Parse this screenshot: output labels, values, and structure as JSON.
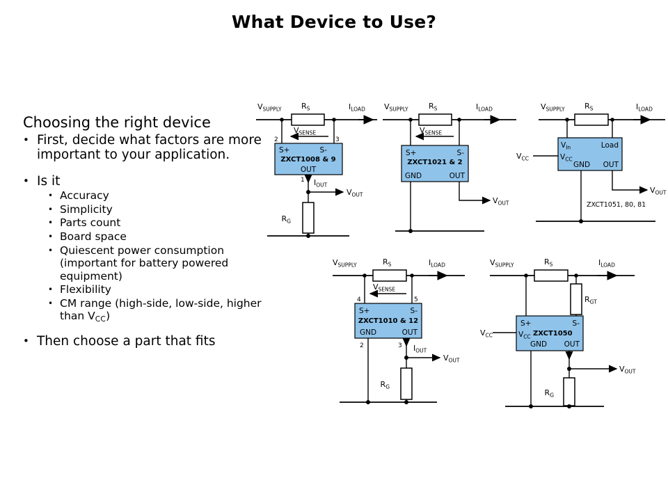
{
  "slide": {
    "title": "What Device to Use?",
    "accent_blue": "#8fc3ea",
    "background": "#ffffff",
    "line_color": "#000000"
  },
  "content": {
    "heading": "Choosing the right device",
    "bullet1": "First, decide what factors are more important to your application.",
    "bullet2": "Is it",
    "sub_bullets": [
      "Accuracy",
      "Simplicity",
      "Parts count",
      "Board space",
      "Quiescent power consumption (important for battery powered equipment)",
      "Flexibility",
      "CM range (high-side, low-side, higher than V",
      "CC",
      ")"
    ],
    "bullet3": "Then choose a part that fits",
    "bullet_glyph": "•"
  },
  "circuits": [
    {
      "id": "zxct1008-9",
      "part_label": "ZXCT1008 & 9",
      "labels": {
        "vsupply": "V",
        "vsupply_sub": "SUPPLY",
        "rs": "R",
        "rs_sub": "S",
        "iload": "I",
        "iload_sub": "LOAD",
        "vsense": "V",
        "vsense_sub": "SENSE",
        "sp": "S+",
        "sm": "S-",
        "out": "OUT",
        "iout": "I",
        "iout_sub": "OUT",
        "vout": "V",
        "vout_sub": "OUT",
        "rg": "R",
        "rg_sub": "G"
      },
      "pin_numbers": {
        "sp": "2",
        "sm": "3",
        "out": "1"
      }
    },
    {
      "id": "zxct1021-2",
      "part_label": "ZXCT1021 & 2",
      "labels": {
        "vsupply": "V",
        "vsupply_sub": "SUPPLY",
        "rs": "R",
        "rs_sub": "S",
        "iload": "I",
        "iload_sub": "LOAD",
        "vsense": "V",
        "vsense_sub": "SENSE",
        "sp": "S+",
        "sm": "S-",
        "gnd": "GND",
        "out": "OUT",
        "vout": "V",
        "vout_sub": "OUT"
      },
      "pin_numbers": {}
    },
    {
      "id": "zxct1051-80-81",
      "part_label": "ZXCT1051, 80, 81",
      "labels": {
        "vsupply": "V",
        "vsupply_sub": "SUPPLY",
        "rs": "R",
        "rs_sub": "S",
        "iload": "I",
        "iload_sub": "LOAD",
        "vin": "V",
        "vin_sub": "In",
        "load": "Load",
        "vcc_pin": "V",
        "vcc_pin_sub": "CC",
        "gnd": "GND",
        "out": "OUT",
        "vcc_ext": "V",
        "vcc_ext_sub": "CC",
        "vout": "V",
        "vout_sub": "OUT"
      },
      "pin_numbers": {}
    },
    {
      "id": "zxct1010-12",
      "part_label": "ZXCT1010 & 12",
      "labels": {
        "vsupply": "V",
        "vsupply_sub": "SUPPLY",
        "rs": "R",
        "rs_sub": "S",
        "iload": "I",
        "iload_sub": "LOAD",
        "vsense": "V",
        "vsense_sub": "SENSE",
        "sp": "S+",
        "sm": "S-",
        "gnd": "GND",
        "out": "OUT",
        "iout": "I",
        "iout_sub": "OUT",
        "vout": "V",
        "vout_sub": "OUT",
        "rg": "R",
        "rg_sub": "G"
      },
      "pin_numbers": {
        "sp": "4",
        "sm": "5",
        "gnd": "2",
        "out": "3"
      }
    },
    {
      "id": "zxct1050",
      "part_label": "ZXCT1050",
      "labels": {
        "vsupply": "V",
        "vsupply_sub": "SUPPLY",
        "rs": "R",
        "rs_sub": "S",
        "iload": "I",
        "iload_sub": "LOAD",
        "rgt": "R",
        "rgt_sub": "GT",
        "sp": "S+",
        "sm": "S-",
        "vcc_pin": "V",
        "vcc_pin_sub": "CC",
        "gnd": "GND",
        "out": "OUT",
        "vcc_ext": "V",
        "vcc_ext_sub": "CC",
        "vout": "V",
        "vout_sub": "OUT",
        "rg": "R",
        "rg_sub": "G"
      },
      "pin_numbers": {}
    }
  ]
}
